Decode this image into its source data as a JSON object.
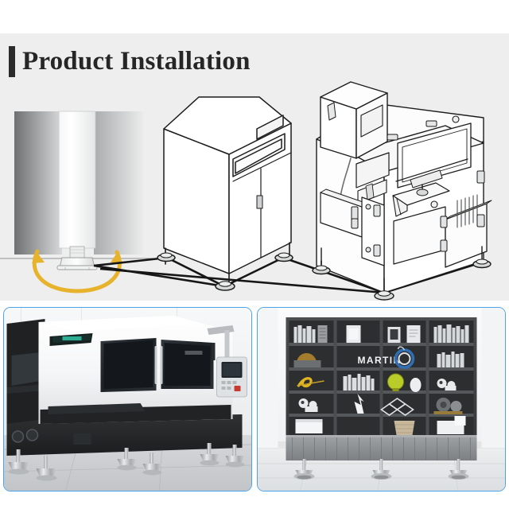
{
  "page": {
    "title": "Product Installation",
    "background_color": "#eeeeee",
    "accent_bar_color": "#2b2b2b",
    "panel_border_color": "#4da3e8"
  },
  "illustrations": {
    "foot_detail": {
      "name": "leveling-foot-closeup",
      "caption": "",
      "rotation_arrow_color": "#e8b32c",
      "description": "Close-up of adjustable leveling foot under a machine leg with a circular rotation arrow indicating height adjustment"
    },
    "cabinet_machine": {
      "name": "enclosed-cabinet-machine-linedrawing",
      "description": "Isometric line drawing of an enclosed machine cabinet standing on four leveling feet"
    },
    "cnc_machine": {
      "name": "cnc-machine-linedrawing",
      "description": "Isometric line drawing of a CNC machine with control pendant, open access doors and leveling feet"
    },
    "connector_line_color": "#161616"
  },
  "photos": [
    {
      "name": "cnc-lathe-photo",
      "label": "",
      "border_color": "#4da3e8",
      "machine_badge": "",
      "description": "Photograph of a white and black CNC turning centre resting on six chrome leveling feet"
    },
    {
      "name": "shelving-unit-photo",
      "label": "MARTIN",
      "border_color": "#4da3e8",
      "description": "Photograph of a dark grey display shelving unit with books and ornaments, supported by three chrome leveling feet"
    }
  ]
}
